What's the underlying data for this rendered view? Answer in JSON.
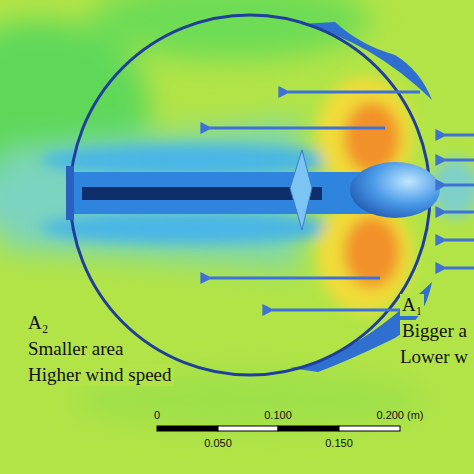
{
  "diagram": {
    "labels": [
      "A₂",
      "Smaller area",
      "Higher wind speed",
      "A₁",
      "Bigger a",
      "Lower w",
      "0",
      "0.100",
      "0.200 (m)",
      "0.050",
      "0.150"
    ]
  }
}
